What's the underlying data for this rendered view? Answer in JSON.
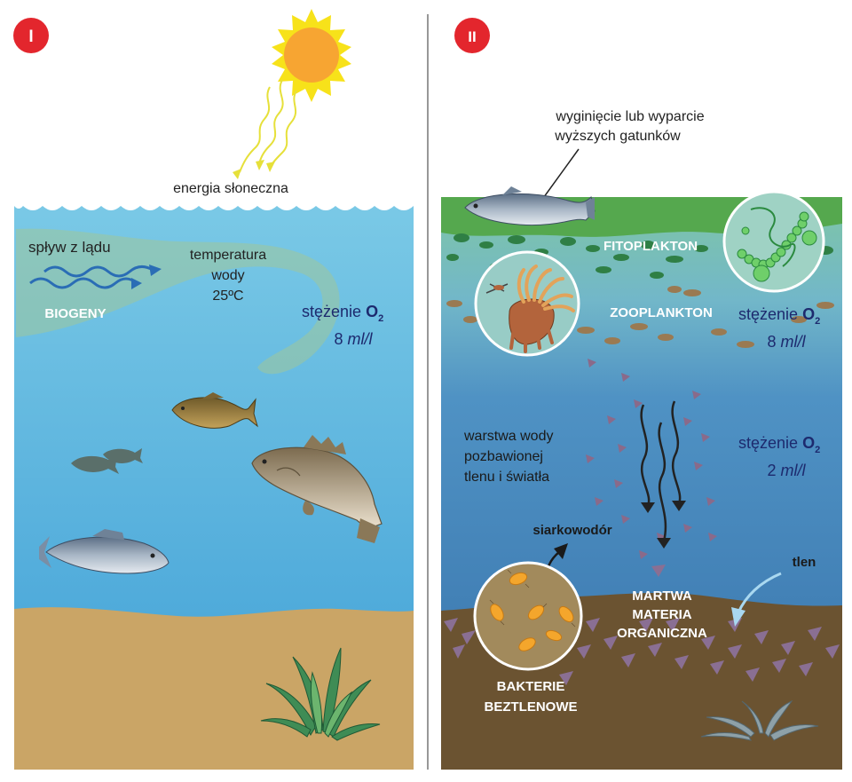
{
  "panels": {
    "left": {
      "badge": "I",
      "solar_energy": "energia słoneczna",
      "runoff": "spływ z lądu",
      "biogens": "BIOGENY",
      "temperature_line1": "temperatura",
      "temperature_line2": "wody",
      "temperature_value": "25ºC",
      "oxygen_label": "stężenie",
      "oxygen_symbol": "O",
      "oxygen_subscript": "2",
      "oxygen_number": "8",
      "oxygen_unit": "ml/l"
    },
    "right": {
      "badge": "II",
      "extinction_line1": "wyginięcie lub wyparcie",
      "extinction_line2": "wyższych gatunków",
      "phytoplankton": "FITOPLAKTON",
      "zooplankton": "ZOOPLANKTON",
      "oxygen_top_label": "stężenie",
      "oxygen_top_symbol": "O",
      "oxygen_top_subscript": "2",
      "oxygen_top_number": "8",
      "oxygen_top_unit": "ml/l",
      "oxygen_low_label": "stężenie",
      "oxygen_low_symbol": "O",
      "oxygen_low_subscript": "2",
      "oxygen_low_number": "2",
      "oxygen_low_unit": "ml/l",
      "layer_line1": "warstwa wody",
      "layer_line2": "pozbawionej",
      "layer_line3": "tlenu i światła",
      "hydrogen_sulfide": "siarkowodór",
      "oxygen_word": "tlen",
      "dead_matter_line1": "MARTWA",
      "dead_matter_line2": "MATERIA",
      "dead_matter_line3": "ORGANICZNA",
      "bacteria_line1": "BAKTERIE",
      "bacteria_line2": "BEZTLENOWE"
    }
  },
  "colors": {
    "badge": "#e3262d",
    "water_light": "#70c3e2",
    "water_dark": "#3a7fb5",
    "sand": "#caa566",
    "mud": "#6b5331",
    "algae": "#55a84e",
    "sun": "#f7a532",
    "sun_rays": "#f7e21a",
    "navy_text": "#1d2a6e",
    "biogen_arrow": "#2a6db5",
    "oxygen_arrow": "#a9d8f0"
  },
  "icons": [
    "sun-icon",
    "fish-icon",
    "plant-icon",
    "bacteria-icon",
    "algae-chain-icon",
    "anemone-icon"
  ]
}
